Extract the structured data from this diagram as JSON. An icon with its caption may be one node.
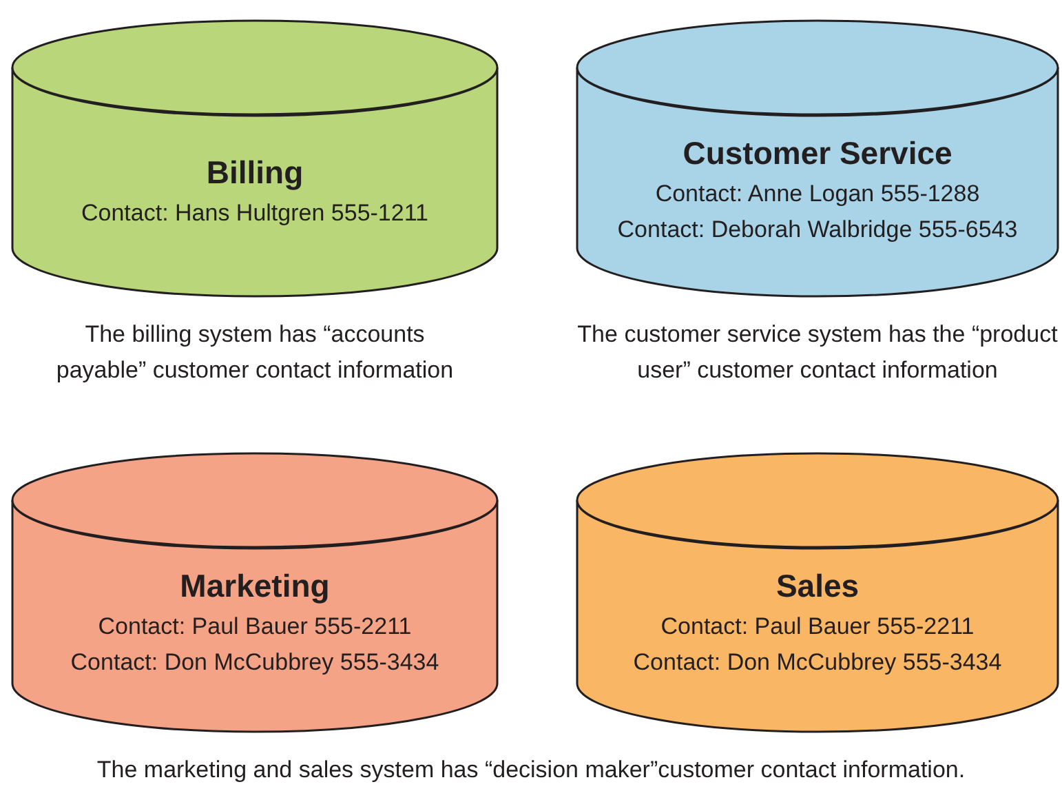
{
  "diagram": {
    "nodes": [
      {
        "text": [
          "Billing",
          "Contact: Hans Hultgren 555-1211"
        ],
        "beside": [
          "The billing system has “accounts payable” customer contact information"
        ]
      },
      {
        "text": [
          "Customer Service",
          "Contact: Anne Logan 555-1288",
          "Contact: Deborah Walbridge 555-6543"
        ],
        "beside": [
          "The customer service system has the “product user” customer contact information"
        ]
      },
      {
        "text": [
          "Marketing",
          "Contact: Paul Bauer 555-2211",
          "Contact: Don McCubbrey 555-3434"
        ]
      },
      {
        "text": [
          "Sales",
          "Contact: Paul Bauer 555-2211",
          "Contact: Don McCubbrey 555-3434"
        ]
      }
    ],
    "caption": "The marketing and sales system has “decision maker”customer contact information."
  }
}
